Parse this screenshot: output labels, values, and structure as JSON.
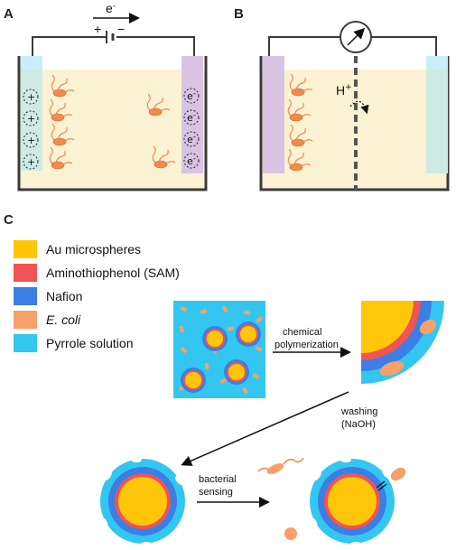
{
  "panels": {
    "a": "A",
    "b": "B",
    "c": "C"
  },
  "panel_a": {
    "electron": "e",
    "electron_sup": "-",
    "battery_plus": "+",
    "battery_minus": "−",
    "anode_charges": [
      "+",
      "+",
      "+",
      "+"
    ],
    "cathode_charges": [
      "e",
      "e",
      "e",
      "e"
    ],
    "cathode_sup": "-"
  },
  "panel_b": {
    "proton": "H",
    "proton_sup": "+"
  },
  "legend": [
    {
      "label": "Au microspheres",
      "color": "#FFC60A",
      "italic": false
    },
    {
      "label": "Aminothiophenol (SAM)",
      "color": "#F05454",
      "italic": false
    },
    {
      "label": "Nafion",
      "color": "#3A7EE6",
      "italic": false
    },
    {
      "label": "E. coli",
      "color": "#F7A068",
      "italic": true
    },
    {
      "label": "Pyrrole solution",
      "color": "#33C6F0",
      "italic": false
    }
  ],
  "steps": {
    "step1_line1": "chemical",
    "step1_line2": "polymerization",
    "step2_line1": "washing",
    "step2_line2": "(NaOH)",
    "step3_line1": "bacterial",
    "step3_line2": "sensing"
  },
  "colors": {
    "tank_fill": "#FBF2D4",
    "tank_wall": "#3B3B3B",
    "anode_pad": "#CDEBE4",
    "cathode_pad": "#D9C3E3",
    "cyan_pad": "#C8EEF8",
    "bacteria": "#F08B4E",
    "au": "#FFC60A",
    "sam": "#F05454",
    "nafion": "#3A7EE6",
    "pyrrole": "#33C6F0"
  }
}
